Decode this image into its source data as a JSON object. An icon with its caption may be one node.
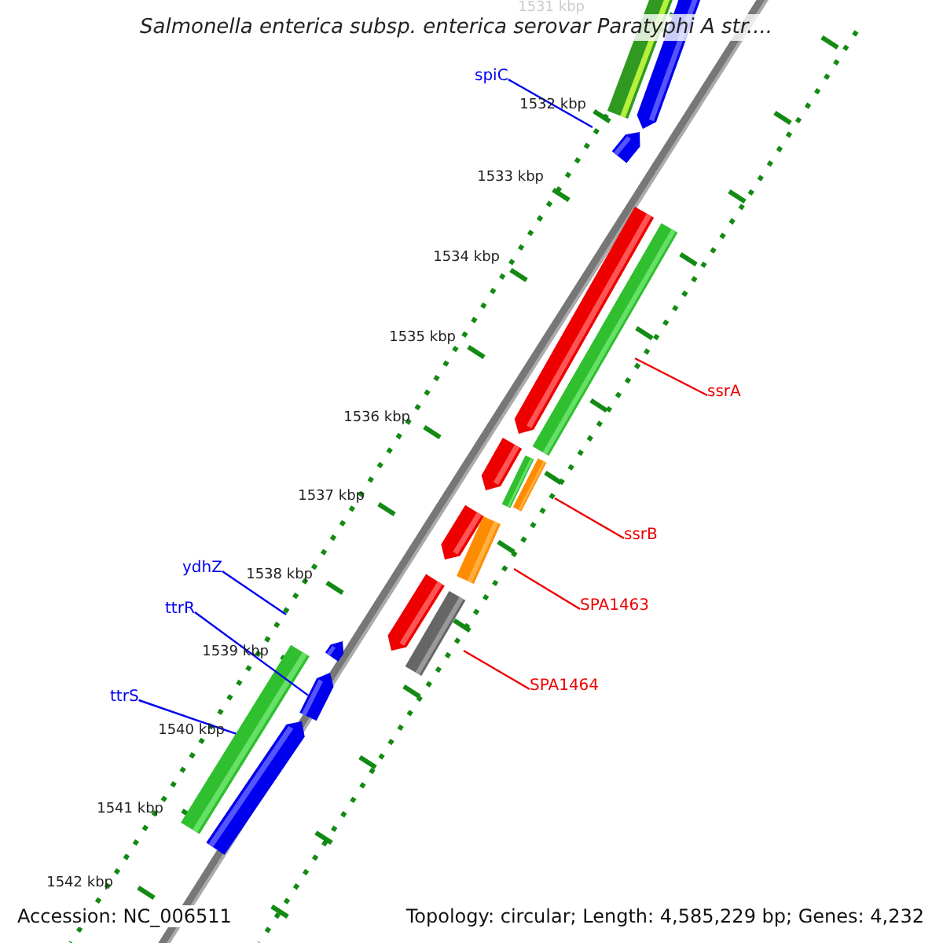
{
  "diagram": {
    "title": "Salmonella enterica subsp. enterica serovar Paratyphi A str....",
    "nodes": [
      {
        "text": [
          "spiC"
        ]
      },
      {
        "text": [
          "ssrA"
        ]
      },
      {
        "text": [
          "ssrB"
        ]
      },
      {
        "text": [
          "ydhZ"
        ]
      },
      {
        "text": [
          "SPA1463"
        ]
      },
      {
        "text": [
          "ttrR"
        ]
      },
      {
        "text": [
          "SPA1464"
        ]
      },
      {
        "text": [
          "ttrS"
        ]
      },
      {
        "text": [],
        "shape": "bar"
      },
      {
        "text": [],
        "shape": "bar"
      }
    ],
    "edges": [
      {
        "from": 0,
        "to": null,
        "arrow": "none"
      },
      {
        "from": 1,
        "to": null,
        "arrow": "none",
        "color": "#ee0000"
      },
      {
        "from": 2,
        "to": null,
        "arrow": "none",
        "color": "#ee0000"
      },
      {
        "from": 3,
        "to": null,
        "arrow": "none"
      },
      {
        "from": 4,
        "to": null,
        "arrow": "none",
        "color": "#ee0000"
      },
      {
        "from": 5,
        "to": 8,
        "arrow": "none"
      },
      {
        "from": 6,
        "to": null,
        "arrow": "none",
        "color": "#ee0000"
      },
      {
        "from": 7,
        "to": 9,
        "arrow": "none"
      }
    ],
    "labels": [
      "1531 kbp",
      "1532 kbp",
      "1533 kbp",
      "1534 kbp",
      "1535 kbp",
      "1536 kbp",
      "1537 kbp",
      "1538 kbp",
      "1539 kbp",
      "1540 kbp",
      "1541 kbp",
      "1542 kbp",
      "Accession: NC_006511",
      "Topology: circular; Length: 4,585,229 bp; Genes: 4,232"
    ]
  }
}
